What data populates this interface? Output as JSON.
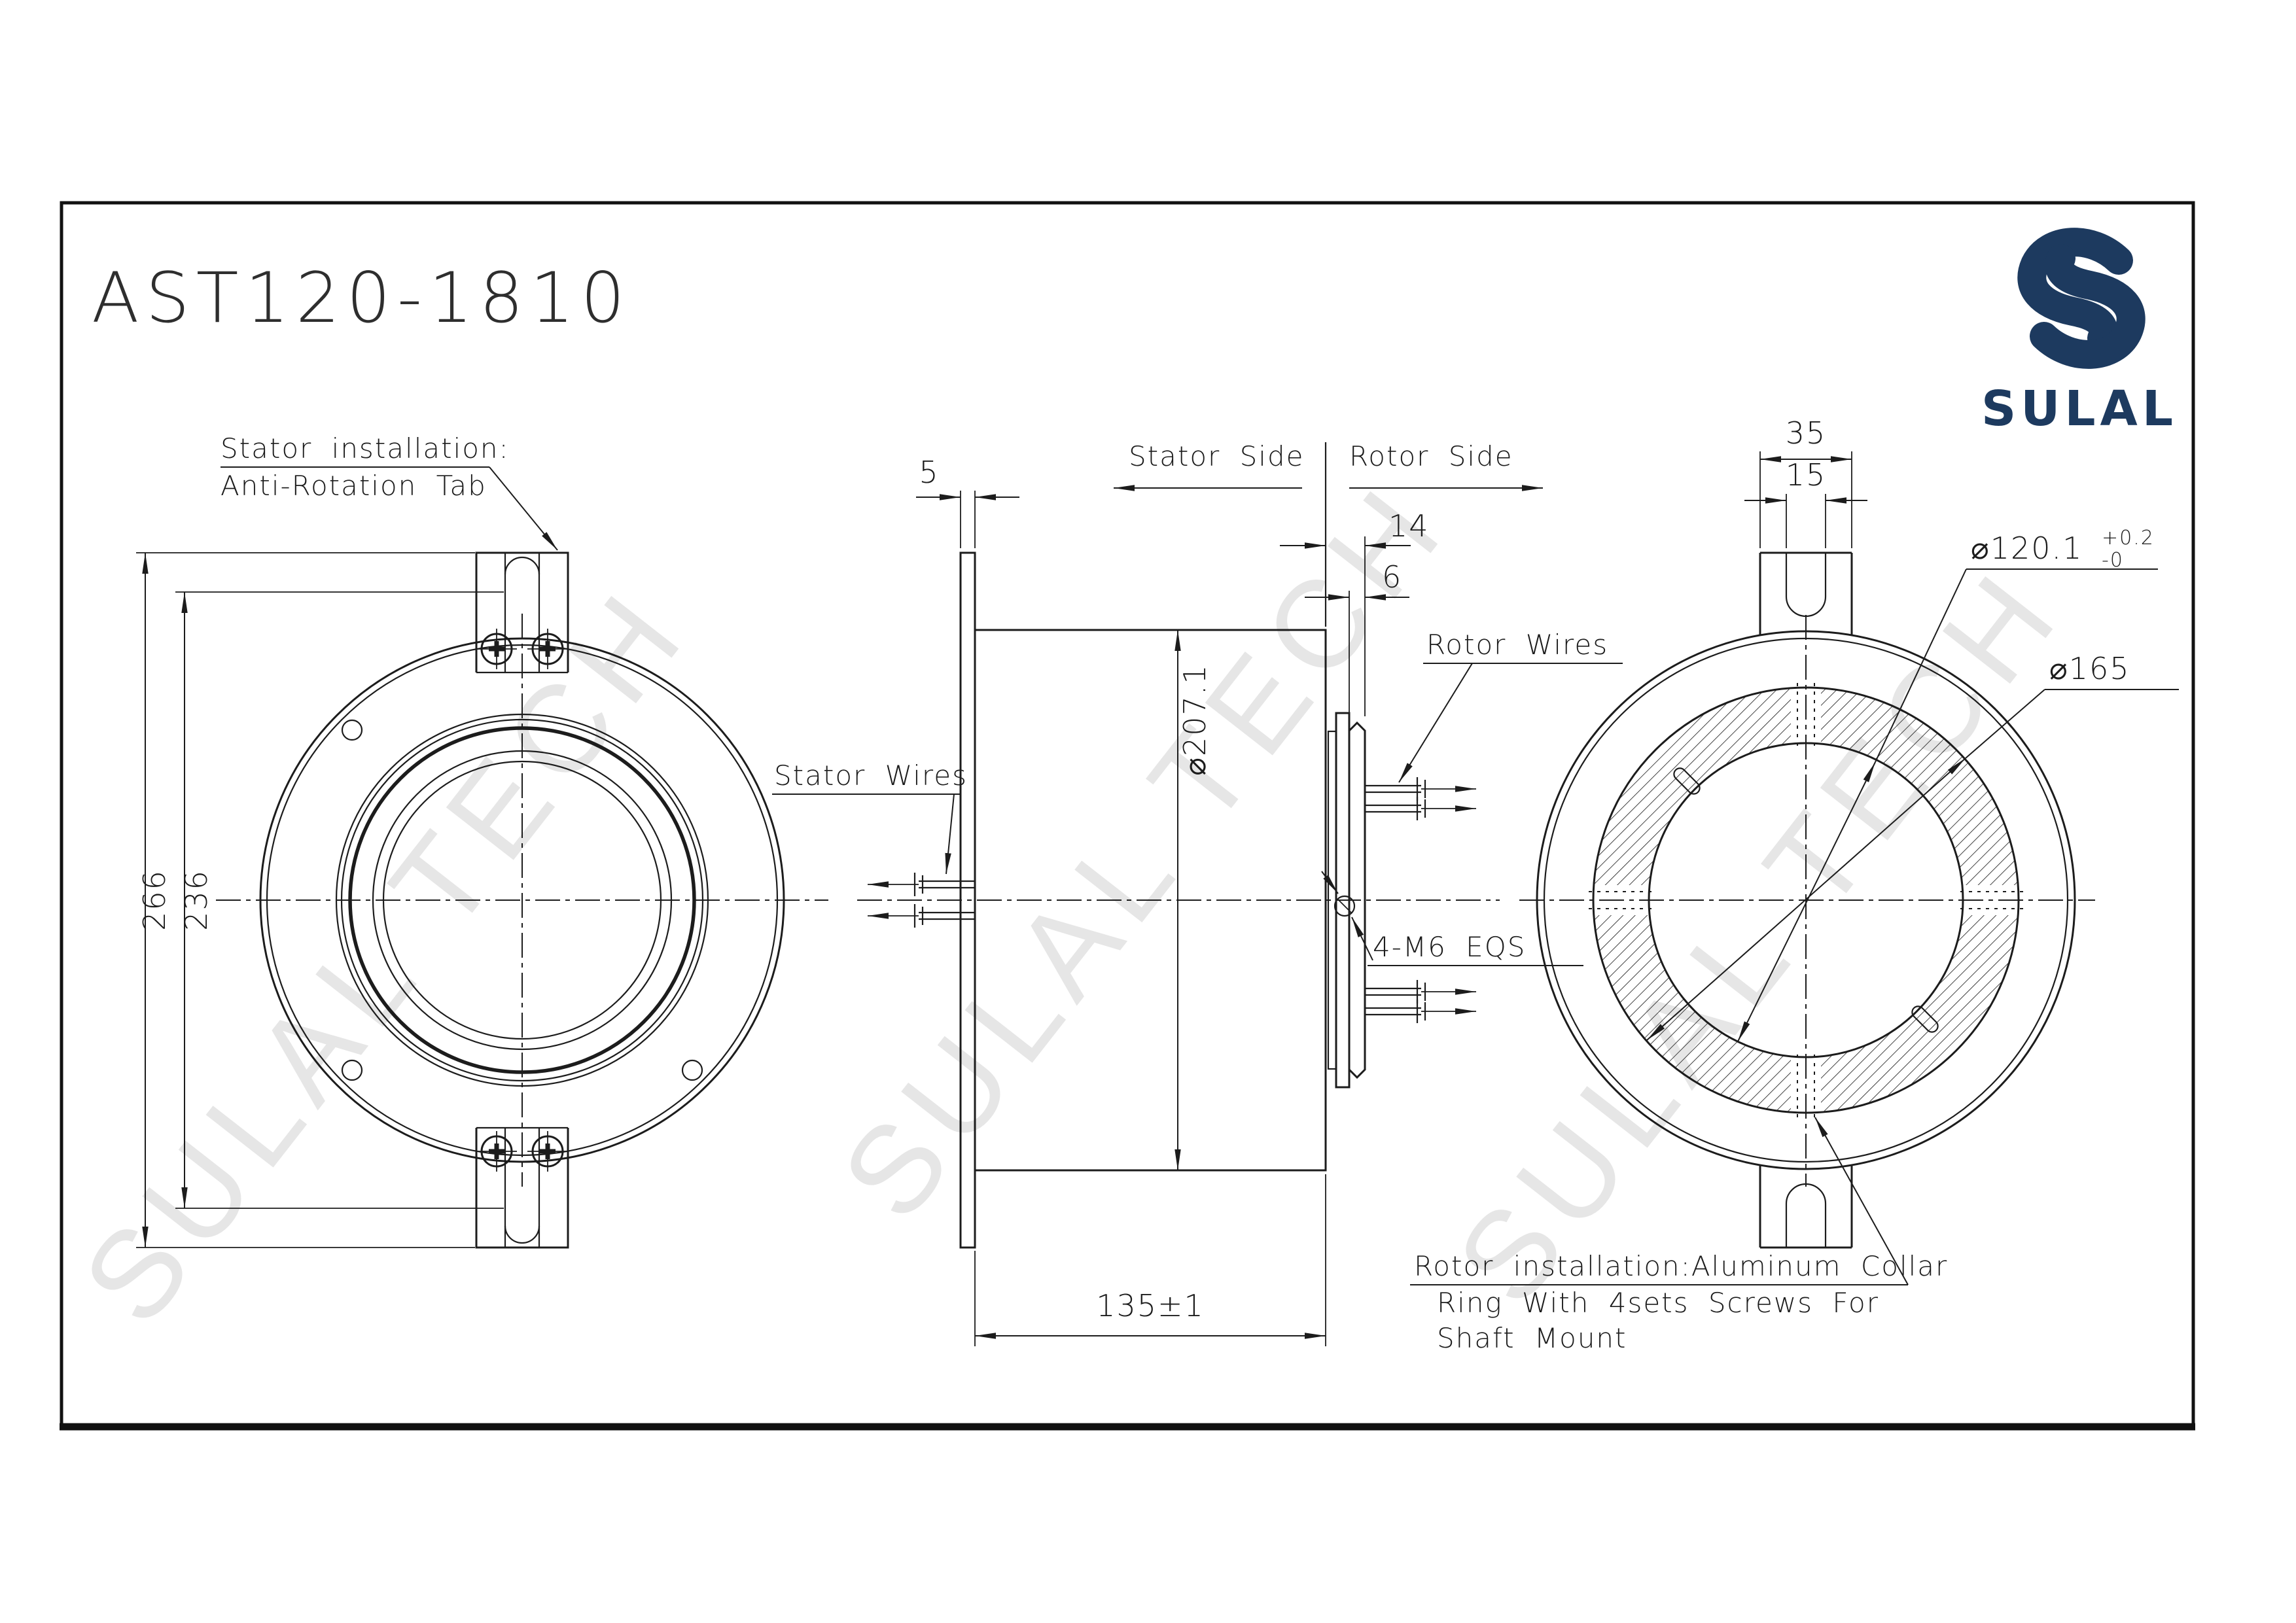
{
  "colors": {
    "line": "#1c1c1c",
    "brand_navy": "#1d3a5f",
    "watermark_gray": "#d7d7d7",
    "background": "#ffffff"
  },
  "title": "AST120-1810",
  "logo": {
    "brand": "SULAL",
    "icon": "s-ribbon-mark"
  },
  "watermark": {
    "text": "SULAL TECH"
  },
  "left_view": {
    "note_line1": "Stator installation:",
    "note_line2": "Anti-Rotation Tab",
    "dim_overall_height": "266",
    "dim_slot_span": "236"
  },
  "middle_view": {
    "dim_flange_thickness": "5",
    "label_stator_side": "Stator Side",
    "label_rotor_side": "Rotor Side",
    "dim_rotor_protrusion": "14",
    "dim_rotor_disc_thickness": "6",
    "label_stator_wires": "Stator Wires",
    "label_rotor_wires": "Rotor Wires",
    "dim_body_diameter": "⌀207.1",
    "label_screws": "4-M6 EQS",
    "dim_overall_length": "135±1"
  },
  "right_view": {
    "dim_tab_width": "35",
    "dim_slot_width": "15",
    "dim_bore": "⌀120.1",
    "dim_bore_tol_upper": "+0.2",
    "dim_bore_tol_lower": "-0",
    "dim_collar_od": "⌀165",
    "note_line1": "Rotor installation:Aluminum Collar",
    "note_line2": "Ring With 4sets Screws For",
    "note_line3": "Shaft Mount"
  }
}
